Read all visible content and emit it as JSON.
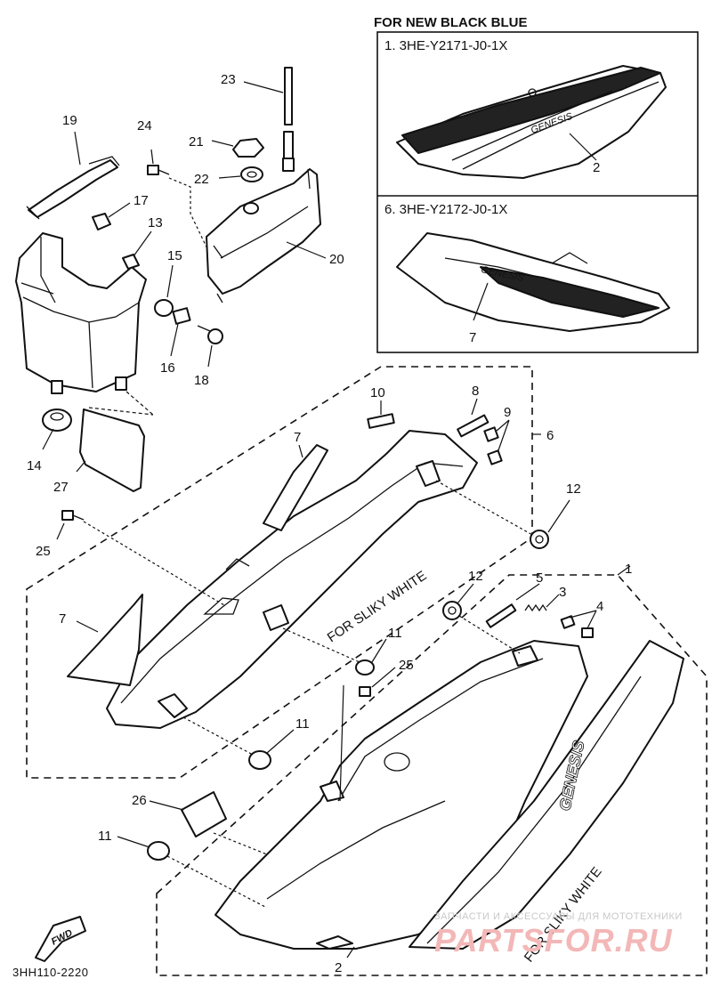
{
  "diagram": {
    "inset": {
      "title": "FOR NEW BLACK BLUE",
      "variant_1": "1. 3HE-Y2171-J0-1X",
      "variant_2": "6. 3HE-Y2172-J0-1X",
      "callout_1": "2",
      "callout_2": "7"
    },
    "group_notes": {
      "upper": "FOR SLIKY WHITE",
      "lower": "FOR SLIKY WHITE"
    },
    "decal_text": "GENESIS",
    "fwd_label": "FWD",
    "catalog_code": "3HH110-2220",
    "callouts": {
      "c1": "1",
      "c2": "2",
      "c3": "3",
      "c4": "4",
      "c5": "5",
      "c6": "6",
      "c7a": "7",
      "c7b": "7",
      "c8": "8",
      "c9": "9",
      "c10": "10",
      "c11a": "11",
      "c11b": "11",
      "c11c": "11",
      "c12a": "12",
      "c12b": "12",
      "c13": "13",
      "c14": "14",
      "c15": "15",
      "c16": "16",
      "c17": "17",
      "c18": "18",
      "c19": "19",
      "c20": "20",
      "c21": "21",
      "c22": "22",
      "c23": "23",
      "c24": "24",
      "c25a": "25",
      "c25b": "25",
      "c26": "26",
      "c27": "27"
    }
  },
  "watermark": {
    "tagline": "ЗАПЧАСТИ И АКСЕССУАРЫ ДЛЯ МОТОТЕХНИКИ",
    "logo": "PARTSFOR.RU"
  }
}
